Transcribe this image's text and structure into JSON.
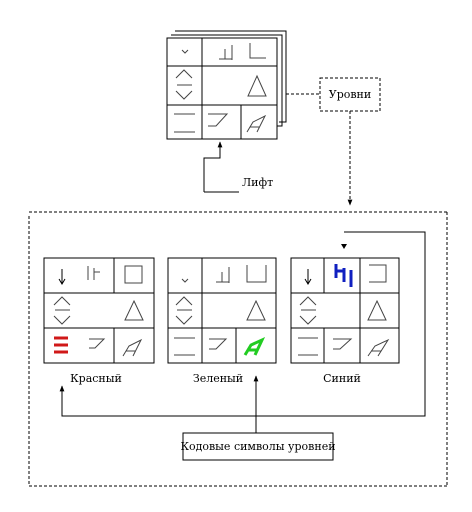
{
  "labels": {
    "levels_note": "Уровни",
    "lift": "Лифт",
    "level_codes": "Кодовые символы уровней"
  },
  "panels": [
    {
      "name": "Красный",
      "highlight_color": "#d01818",
      "highlight_symbol": "bars-red-icon"
    },
    {
      "name": "Зеленый",
      "highlight_color": "#22cc22",
      "highlight_symbol": "lift-curve-green-icon"
    },
    {
      "name": "Синий",
      "highlight_color": "#1020c0",
      "highlight_symbol": "lift-corner-blue-icon"
    }
  ],
  "colors": {
    "line": "#000000",
    "symbol": "#444444"
  }
}
